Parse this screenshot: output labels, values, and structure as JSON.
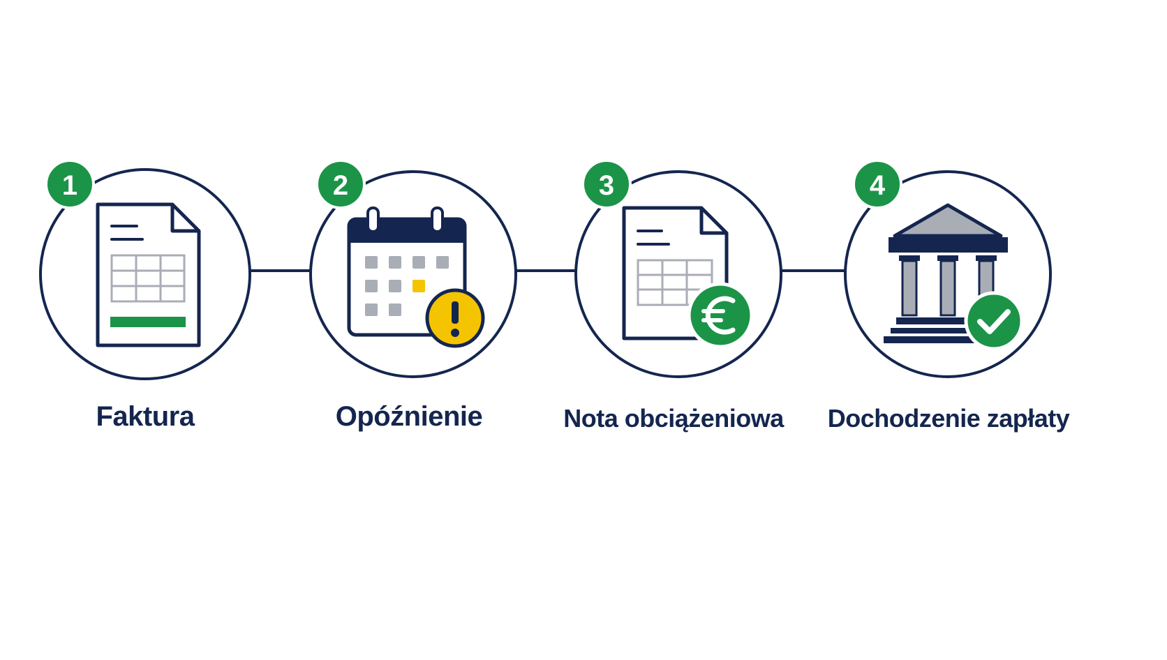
{
  "colors": {
    "navy": "#14264f",
    "green": "#1b9448",
    "gray": "#a9adb6",
    "light_gray": "#c5c9d0",
    "yellow": "#f5c400",
    "white": "#ffffff"
  },
  "steps": [
    {
      "number": "1",
      "label": "Faktura",
      "icon": "invoice-icon"
    },
    {
      "number": "2",
      "label": "Opóźnienie",
      "icon": "calendar-warning-icon"
    },
    {
      "number": "3",
      "label": "Nota obciążeniowa",
      "icon": "debit-note-euro-icon"
    },
    {
      "number": "4",
      "label": "Dochodzenie zapłaty",
      "icon": "bank-check-icon"
    }
  ]
}
